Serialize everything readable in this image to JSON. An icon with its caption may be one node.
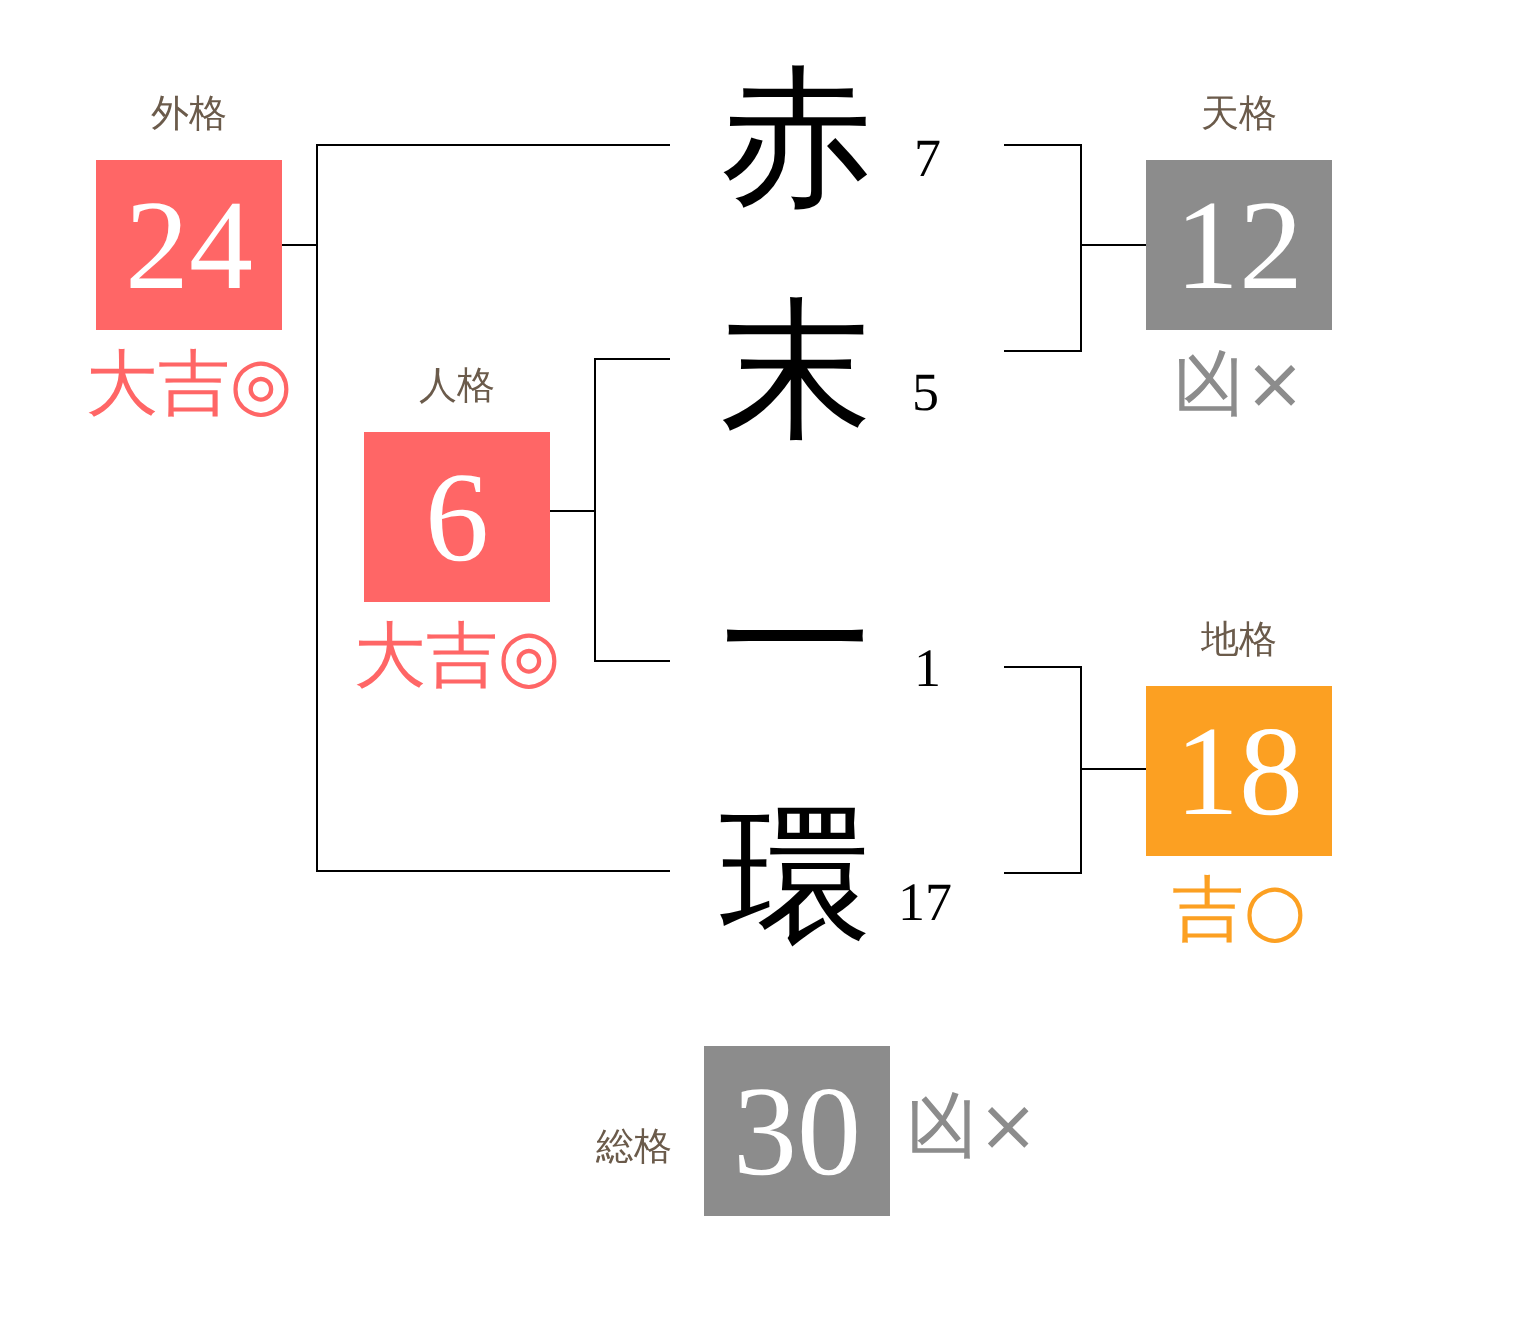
{
  "diagram": {
    "nodes": [
      {
        "text": [
          "外格",
          "24"
        ],
        "beside": [
          "大吉◎"
        ]
      },
      {
        "text": [
          "赤"
        ],
        "beside": [
          "7"
        ]
      },
      {
        "text": [
          "天格",
          "12"
        ],
        "beside": [
          "凶×"
        ]
      },
      {
        "text": [
          "人格",
          "6"
        ],
        "beside": [
          "大吉◎"
        ]
      },
      {
        "text": [
          "末"
        ],
        "beside": [
          "5"
        ]
      },
      {
        "text": [
          "一"
        ],
        "beside": [
          "1"
        ]
      },
      {
        "text": [
          "地格",
          "18"
        ],
        "beside": [
          "吉○"
        ]
      },
      {
        "text": [
          "環"
        ],
        "beside": [
          "17"
        ]
      },
      {
        "text": [
          "総格",
          "30"
        ],
        "beside": [
          "凶×"
        ]
      }
    ],
    "edges": [
      {
        "from": 1,
        "to": 0,
        "arrow": "none"
      },
      {
        "from": 7,
        "to": 0,
        "arrow": "none"
      },
      {
        "from": 1,
        "to": 2,
        "arrow": "none"
      },
      {
        "from": 4,
        "to": 2,
        "arrow": "none"
      },
      {
        "from": 4,
        "to": 3,
        "arrow": "none"
      },
      {
        "from": 5,
        "to": 3,
        "arrow": "none"
      },
      {
        "from": 5,
        "to": 6,
        "arrow": "none"
      },
      {
        "from": 7,
        "to": 6,
        "arrow": "none"
      }
    ]
  }
}
